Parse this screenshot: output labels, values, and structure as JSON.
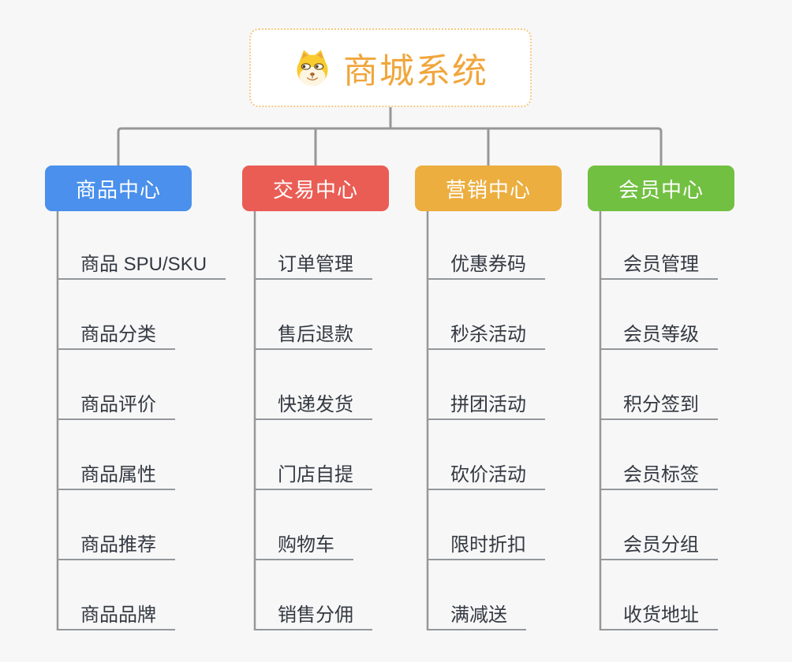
{
  "page": {
    "background": "#F7F7F7",
    "connector_color": "#979797"
  },
  "root": {
    "title": "商城系统",
    "icon": "dog-face-icon",
    "text_color": "#F0A63C",
    "border_color": "#F5C882",
    "background": "#FFFFFF"
  },
  "leaf": {
    "text_color": "#343942",
    "underline_color": "#94979B"
  },
  "branches": [
    {
      "label": "商品中心",
      "color": "#4A90EC",
      "children": [
        "商品 SPU/SKU",
        "商品分类",
        "商品评价",
        "商品属性",
        "商品推荐",
        "商品品牌"
      ]
    },
    {
      "label": "交易中心",
      "color": "#EA5D55",
      "children": [
        "订单管理",
        "售后退款",
        "快递发货",
        "门店自提",
        "购物车",
        "销售分佣"
      ]
    },
    {
      "label": "营销中心",
      "color": "#ECAE3F",
      "children": [
        "优惠券码",
        "秒杀活动",
        "拼团活动",
        "砍价活动",
        "限时折扣",
        "满减送"
      ]
    },
    {
      "label": "会员中心",
      "color": "#72C042",
      "children": [
        "会员管理",
        "会员等级",
        "积分签到",
        "会员标签",
        "会员分组",
        "收货地址"
      ]
    }
  ]
}
